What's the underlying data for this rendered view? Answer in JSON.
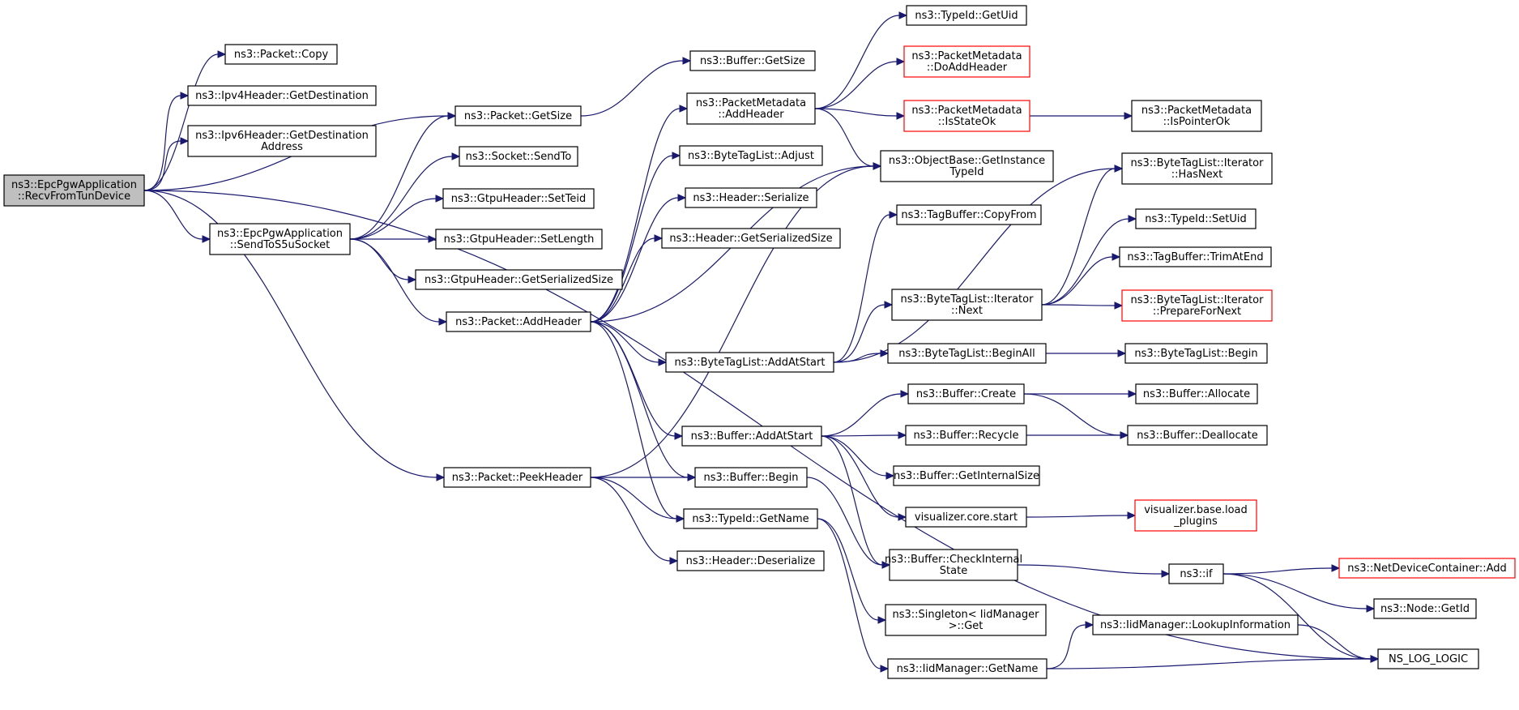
{
  "colors": {
    "edge": "#191970",
    "border": "#000000",
    "incomplete_border": "#ff0000",
    "focus_fill": "#bfbfbf"
  },
  "nodes": [
    {
      "id": "recv",
      "lines": [
        "ns3::EpcPgwApplication",
        "::RecvFromTunDevice"
      ],
      "focus": true
    },
    {
      "id": "copy",
      "lines": [
        "ns3::Packet::Copy"
      ]
    },
    {
      "id": "ipv4dst",
      "lines": [
        "ns3::Ipv4Header::GetDestination"
      ]
    },
    {
      "id": "ipv6dst",
      "lines": [
        "ns3::Ipv6Header::GetDestination",
        "Address"
      ]
    },
    {
      "id": "sends5u",
      "lines": [
        "ns3::EpcPgwApplication",
        "::SendToS5uSocket"
      ]
    },
    {
      "id": "pktsize",
      "lines": [
        "ns3::Packet::GetSize"
      ]
    },
    {
      "id": "sendto",
      "lines": [
        "ns3::Socket::SendTo"
      ]
    },
    {
      "id": "setteid",
      "lines": [
        "ns3::GtpuHeader::SetTeid"
      ]
    },
    {
      "id": "setlen",
      "lines": [
        "ns3::GtpuHeader::SetLength"
      ]
    },
    {
      "id": "gtpuser",
      "lines": [
        "ns3::GtpuHeader::GetSerializedSize"
      ]
    },
    {
      "id": "addheader",
      "lines": [
        "ns3::Packet::AddHeader"
      ]
    },
    {
      "id": "peekheader",
      "lines": [
        "ns3::Packet::PeekHeader"
      ]
    },
    {
      "id": "bufsize",
      "lines": [
        "ns3::Buffer::GetSize"
      ]
    },
    {
      "id": "pmadd",
      "lines": [
        "ns3::PacketMetadata",
        "::AddHeader"
      ]
    },
    {
      "id": "btladjust",
      "lines": [
        "ns3::ByteTagList::Adjust"
      ]
    },
    {
      "id": "hdrser",
      "lines": [
        "ns3::Header::Serialize"
      ]
    },
    {
      "id": "hdrsersize",
      "lines": [
        "ns3::Header::GetSerializedSize"
      ]
    },
    {
      "id": "btladdstart",
      "lines": [
        "ns3::ByteTagList::AddAtStart"
      ]
    },
    {
      "id": "bufaddstart",
      "lines": [
        "ns3::Buffer::AddAtStart"
      ]
    },
    {
      "id": "bufbegin",
      "lines": [
        "ns3::Buffer::Begin"
      ]
    },
    {
      "id": "typegetname",
      "lines": [
        "ns3::TypeId::GetName"
      ]
    },
    {
      "id": "hdrdeser",
      "lines": [
        "ns3::Header::Deserialize"
      ]
    },
    {
      "id": "getuid",
      "lines": [
        "ns3::TypeId::GetUid"
      ]
    },
    {
      "id": "pmdoadd",
      "lines": [
        "ns3::PacketMetadata",
        "::DoAddHeader"
      ],
      "red": true
    },
    {
      "id": "pmstateok",
      "lines": [
        "ns3::PacketMetadata",
        "::IsStateOk"
      ],
      "red": true
    },
    {
      "id": "objinst",
      "lines": [
        "ns3::ObjectBase::GetInstance",
        "TypeId"
      ]
    },
    {
      "id": "tagcopy",
      "lines": [
        "ns3::TagBuffer::CopyFrom"
      ]
    },
    {
      "id": "btlnext",
      "lines": [
        "ns3::ByteTagList::Iterator",
        "::Next"
      ]
    },
    {
      "id": "btlbeginall",
      "lines": [
        "ns3::ByteTagList::BeginAll"
      ]
    },
    {
      "id": "bufcreate",
      "lines": [
        "ns3::Buffer::Create"
      ]
    },
    {
      "id": "bufrecycle",
      "lines": [
        "ns3::Buffer::Recycle"
      ]
    },
    {
      "id": "bufintsize",
      "lines": [
        "ns3::Buffer::GetInternalSize"
      ]
    },
    {
      "id": "vizstart",
      "lines": [
        "visualizer.core.start"
      ]
    },
    {
      "id": "bufcheck",
      "lines": [
        "ns3::Buffer::CheckInternal",
        "State"
      ]
    },
    {
      "id": "singleton",
      "lines": [
        "ns3::Singleton< IidManager",
        ">::Get"
      ]
    },
    {
      "id": "iidgetname",
      "lines": [
        "ns3::IidManager::GetName"
      ]
    },
    {
      "id": "pmisptr",
      "lines": [
        "ns3::PacketMetadata",
        "::IsPointerOk"
      ]
    },
    {
      "id": "btlhasnext",
      "lines": [
        "ns3::ByteTagList::Iterator",
        "::HasNext"
      ]
    },
    {
      "id": "setuid",
      "lines": [
        "ns3::TypeId::SetUid"
      ]
    },
    {
      "id": "tagtrim",
      "lines": [
        "ns3::TagBuffer::TrimAtEnd"
      ]
    },
    {
      "id": "btlprep",
      "lines": [
        "ns3::ByteTagList::Iterator",
        "::PrepareForNext"
      ],
      "red": true
    },
    {
      "id": "btlbegin",
      "lines": [
        "ns3::ByteTagList::Begin"
      ]
    },
    {
      "id": "bufalloc",
      "lines": [
        "ns3::Buffer::Allocate"
      ]
    },
    {
      "id": "bufdealloc",
      "lines": [
        "ns3::Buffer::Deallocate"
      ]
    },
    {
      "id": "vizload",
      "lines": [
        "visualizer.base.load",
        "_plugins"
      ],
      "red": true
    },
    {
      "id": "nsif",
      "lines": [
        "ns3::if"
      ]
    },
    {
      "id": "iidlookup",
      "lines": [
        "ns3::IidManager::LookupInformation"
      ]
    },
    {
      "id": "ndcadd",
      "lines": [
        "ns3::NetDeviceContainer::Add"
      ],
      "red": true
    },
    {
      "id": "nodegetid",
      "lines": [
        "ns3::Node::GetId"
      ]
    },
    {
      "id": "nslog",
      "lines": [
        "NS_LOG_LOGIC"
      ]
    }
  ],
  "edges": [
    [
      "recv",
      "copy"
    ],
    [
      "recv",
      "ipv4dst"
    ],
    [
      "recv",
      "ipv6dst"
    ],
    [
      "recv",
      "pktsize"
    ],
    [
      "recv",
      "sends5u"
    ],
    [
      "recv",
      "peekheader"
    ],
    [
      "recv",
      "nslog"
    ],
    [
      "sends5u",
      "pktsize"
    ],
    [
      "sends5u",
      "sendto"
    ],
    [
      "sends5u",
      "setteid"
    ],
    [
      "sends5u",
      "setlen"
    ],
    [
      "sends5u",
      "gtpuser"
    ],
    [
      "sends5u",
      "addheader"
    ],
    [
      "pktsize",
      "bufsize"
    ],
    [
      "addheader",
      "pmadd"
    ],
    [
      "addheader",
      "btladjust"
    ],
    [
      "addheader",
      "hdrser"
    ],
    [
      "addheader",
      "hdrsersize"
    ],
    [
      "addheader",
      "objinst"
    ],
    [
      "addheader",
      "btladdstart"
    ],
    [
      "addheader",
      "bufaddstart"
    ],
    [
      "addheader",
      "bufbegin"
    ],
    [
      "addheader",
      "typegetname"
    ],
    [
      "peekheader",
      "objinst"
    ],
    [
      "peekheader",
      "bufbegin"
    ],
    [
      "peekheader",
      "typegetname"
    ],
    [
      "peekheader",
      "hdrdeser"
    ],
    [
      "pmadd",
      "getuid"
    ],
    [
      "pmadd",
      "pmdoadd"
    ],
    [
      "pmadd",
      "pmstateok"
    ],
    [
      "pmadd",
      "objinst"
    ],
    [
      "pmstateok",
      "pmisptr"
    ],
    [
      "btladdstart",
      "btlhasnext"
    ],
    [
      "btladdstart",
      "tagcopy"
    ],
    [
      "btladdstart",
      "btlnext"
    ],
    [
      "btladdstart",
      "btlbeginall"
    ],
    [
      "btlnext",
      "btlhasnext"
    ],
    [
      "btlnext",
      "setuid"
    ],
    [
      "btlnext",
      "tagtrim"
    ],
    [
      "btlnext",
      "btlprep"
    ],
    [
      "btlbeginall",
      "btlbegin"
    ],
    [
      "bufaddstart",
      "bufcreate"
    ],
    [
      "bufaddstart",
      "bufrecycle"
    ],
    [
      "bufaddstart",
      "bufintsize"
    ],
    [
      "bufaddstart",
      "vizstart"
    ],
    [
      "bufaddstart",
      "bufcheck"
    ],
    [
      "bufcreate",
      "bufalloc"
    ],
    [
      "bufcreate",
      "bufdealloc"
    ],
    [
      "bufrecycle",
      "bufdealloc"
    ],
    [
      "bufbegin",
      "bufcheck"
    ],
    [
      "typegetname",
      "singleton"
    ],
    [
      "typegetname",
      "iidgetname"
    ],
    [
      "vizstart",
      "vizload"
    ],
    [
      "bufcheck",
      "nsif"
    ],
    [
      "nsif",
      "ndcadd"
    ],
    [
      "nsif",
      "nodegetid"
    ],
    [
      "nsif",
      "nslog"
    ],
    [
      "iidgetname",
      "iidlookup"
    ],
    [
      "iidgetname",
      "nslog"
    ],
    [
      "iidlookup",
      "nslog"
    ]
  ]
}
